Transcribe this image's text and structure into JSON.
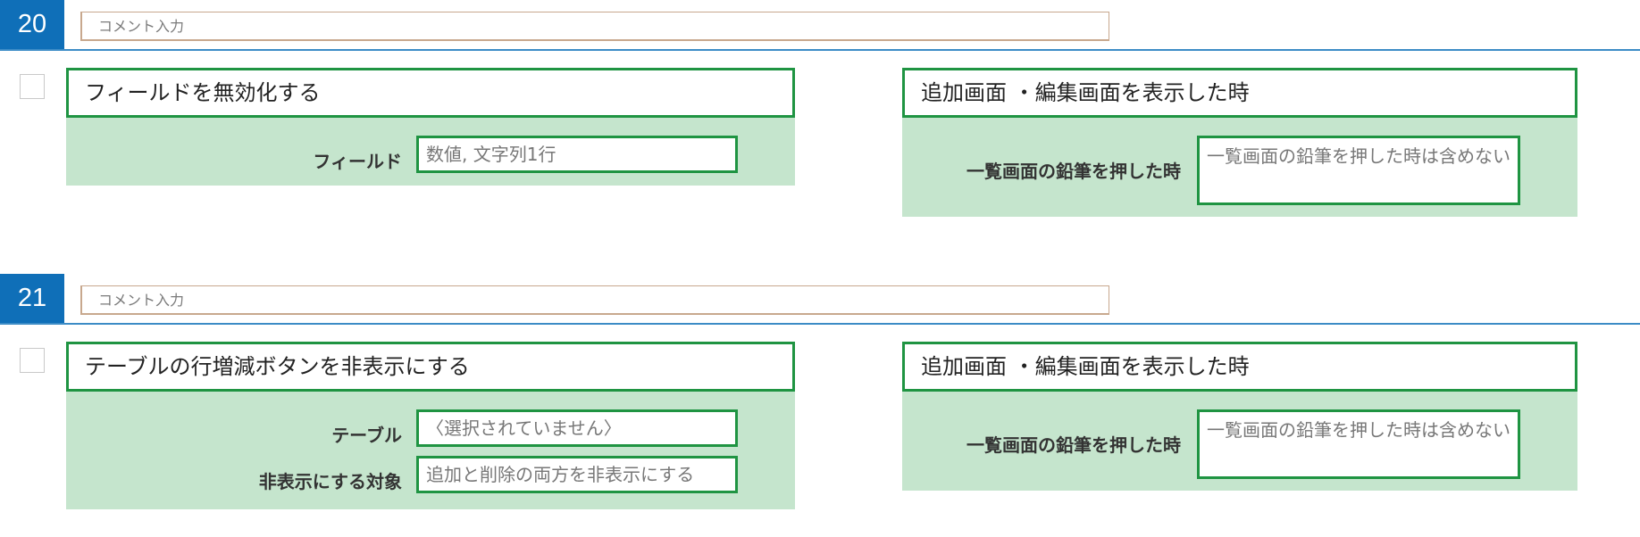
{
  "rules": [
    {
      "number": "20",
      "comment_placeholder": "コメント入力",
      "action": {
        "title": "フィールドを無効化する",
        "fields": [
          {
            "label": "フィールド",
            "value": "数値, 文字列1行"
          }
        ]
      },
      "condition": {
        "title": "追加画面 ・編集画面を表示した時",
        "label": "一覧画面の鉛筆を押した時",
        "value": "一覧画面の鉛筆を押した時は含めない"
      }
    },
    {
      "number": "21",
      "comment_placeholder": "コメント入力",
      "action": {
        "title": "テーブルの行増減ボタンを非表示にする",
        "fields": [
          {
            "label": "テーブル",
            "value": "〈選択されていません〉"
          },
          {
            "label": "非表示にする対象",
            "value": "追加と削除の両方を非表示にする"
          }
        ]
      },
      "condition": {
        "title": "追加画面 ・編集画面を表示した時",
        "label": "一覧画面の鉛筆を押した時",
        "value": "一覧画面の鉛筆を押した時は含めない"
      }
    }
  ]
}
